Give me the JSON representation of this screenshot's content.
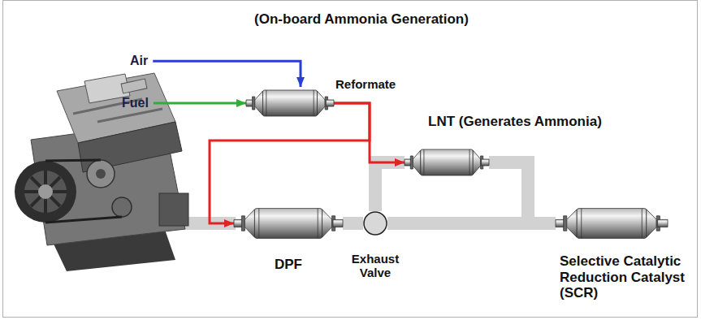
{
  "diagram": {
    "title": "(On-board Ammonia Generation)",
    "nodes": [
      {
        "text": [
          "Air"
        ]
      },
      {
        "text": [
          "Fuel"
        ]
      },
      {
        "text": [
          "Reformate"
        ]
      },
      {
        "text": [
          "LNT (Generates Ammonia)"
        ]
      },
      {
        "text": [
          "DPF"
        ]
      },
      {
        "text": [
          "Exhaust Valve"
        ]
      },
      {
        "text": [
          "Selective Catalytic Reduction Catalyst (SCR)"
        ]
      }
    ],
    "edges": [
      {
        "from": 0,
        "to": 2,
        "arrow": "to"
      },
      {
        "from": 1,
        "to": 2,
        "arrow": "to"
      },
      {
        "from": 2,
        "to": 3,
        "arrow": "to"
      },
      {
        "from": 2,
        "to": 4,
        "arrow": "to"
      },
      {
        "from": 4,
        "to": 5,
        "arrow": "none"
      },
      {
        "from": 5,
        "to": 3,
        "arrow": "none"
      },
      {
        "from": 5,
        "to": 6,
        "arrow": "none"
      },
      {
        "from": 3,
        "to": 6,
        "arrow": "none"
      }
    ]
  }
}
